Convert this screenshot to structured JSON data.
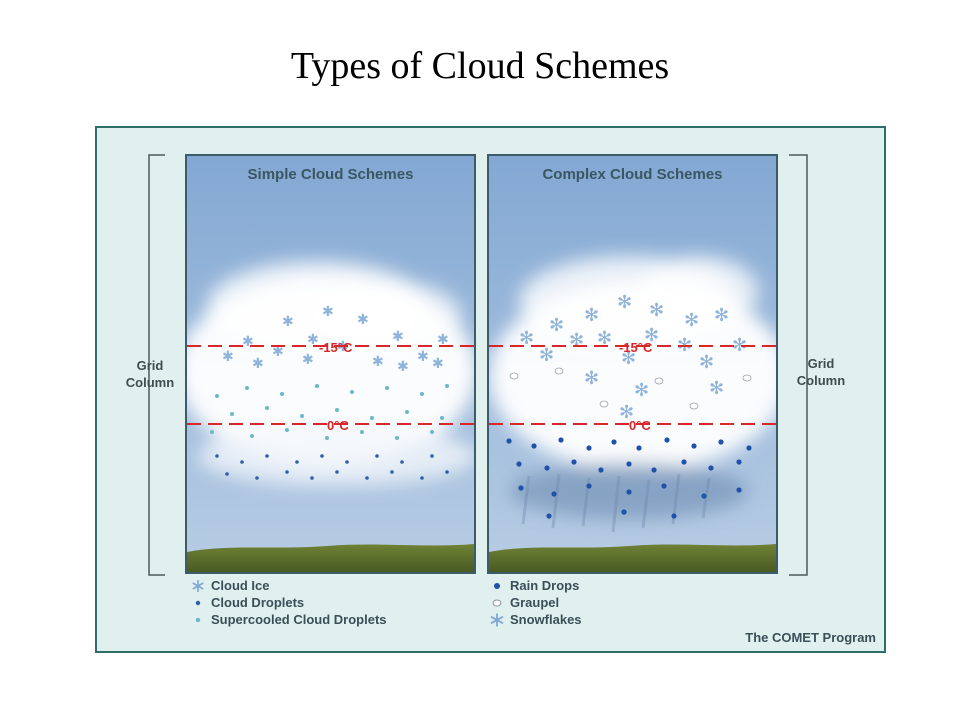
{
  "title": "Types of Cloud Schemes",
  "figure": {
    "left_panel": {
      "title": "Simple Cloud Schemes",
      "temp_upper": "-15°C",
      "temp_lower": "0°C"
    },
    "right_panel": {
      "title": "Complex Cloud Schemes",
      "temp_upper": "-15°C",
      "temp_lower": "0°C"
    },
    "grid_column_label_line1": "Grid",
    "grid_column_label_line2": "Column",
    "legend_left": [
      {
        "label": "Cloud Ice",
        "icon": "ice-crystal-icon"
      },
      {
        "label": "Cloud Droplets",
        "icon": "cloud-droplet-icon"
      },
      {
        "label": "Supercooled Cloud Droplets",
        "icon": "supercooled-droplet-icon"
      }
    ],
    "legend_right": [
      {
        "label": "Rain Drops",
        "icon": "rain-drop-icon"
      },
      {
        "label": "Graupel",
        "icon": "graupel-icon"
      },
      {
        "label": "Snowflakes",
        "icon": "snowflake-icon"
      }
    ],
    "credit": "The COMET Program"
  },
  "colors": {
    "sky_top": "#8aaed6",
    "sky_bottom": "#b7cde4",
    "cloud": "#ffffff",
    "temperature_line": "#d9262a",
    "ground": "#5b6e2c",
    "frame": "#dff0ee"
  }
}
